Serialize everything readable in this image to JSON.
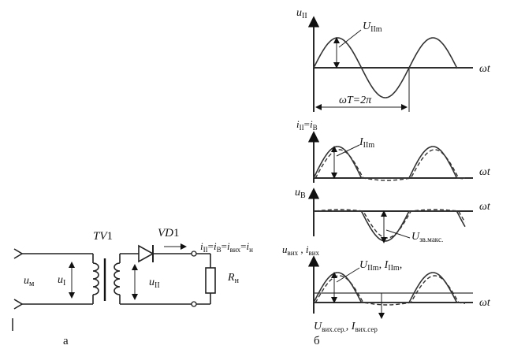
{
  "circuit": {
    "label_uM": "u",
    "label_uM_sub": "м",
    "label_uI": "u",
    "label_uI_sub": "I",
    "label_uII": "u",
    "label_uII_sub": "II",
    "label_TV1": "TV",
    "label_TV1_num": "1",
    "label_VD1": "VD",
    "label_VD1_num": "1",
    "label_Rn": "R",
    "label_Rn_sub": "н",
    "currents_eq": "i",
    "currents_sub1": "II",
    "currents_sub2": "В",
    "currents_sub3": "вих",
    "currents_sub4": "н",
    "caption": "а"
  },
  "graphs": {
    "caption": "б",
    "omega_t": "ωt",
    "g1": {
      "ylabel": "u",
      "ylabel_sub": "II",
      "amp_label": "U",
      "amp_sub": "IIm",
      "period_label": "ωT=2π"
    },
    "g2": {
      "ylabel_a": "i",
      "ylabel_a_sub": "II",
      "ylabel_b": "i",
      "ylabel_b_sub": "В",
      "amp_label": "I",
      "amp_sub": "IIm"
    },
    "g3": {
      "ylabel": "u",
      "ylabel_sub": "В",
      "max_label": "U",
      "max_sub": "зв.макс."
    },
    "g4": {
      "ylabel_a": "u",
      "ylabel_a_sub": "вих",
      "ylabel_b": "i",
      "ylabel_b_sub": "вих",
      "amp_a": "U",
      "amp_a_sub": "IIm",
      "amp_b": "I",
      "amp_b_sub": "IIm",
      "avg_a": "U",
      "avg_a_sub": "вих.сер.",
      "avg_b": "I",
      "avg_b_sub": "вих.сер"
    }
  }
}
